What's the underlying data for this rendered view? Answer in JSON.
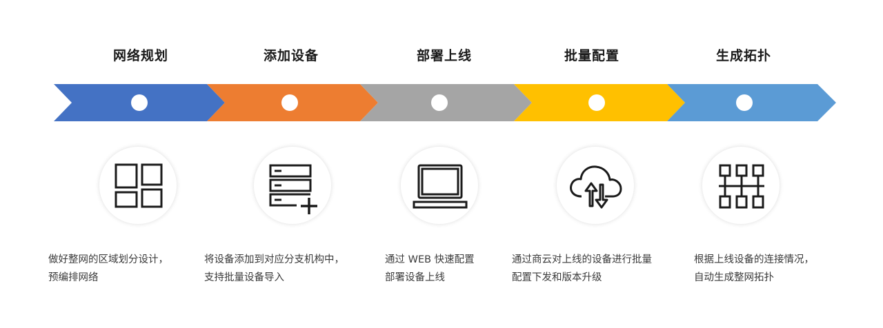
{
  "steps": [
    {
      "title": "网络规划",
      "color": "#4472c4",
      "icon": "grid-layout-icon",
      "desc_lines": [
        "做好整网的区域划分设计，",
        "预编排网络"
      ]
    },
    {
      "title": "添加设备",
      "color": "#ed7d31",
      "icon": "server-add-icon",
      "desc_lines": [
        "将设备添加到对应分支机构中，",
        "支持批量设备导入"
      ]
    },
    {
      "title": "部署上线",
      "color": "#a5a5a5",
      "icon": "laptop-icon",
      "desc_lines": [
        "通过 WEB 快速配置",
        "部署设备上线"
      ]
    },
    {
      "title": "批量配置",
      "color": "#ffc000",
      "icon": "cloud-sync-icon",
      "desc_lines": [
        "通过商云对上线的设备进行批量",
        "配置下发和版本升级"
      ]
    },
    {
      "title": "生成拓扑",
      "color": "#5b9bd5",
      "icon": "topology-icon",
      "desc_lines": [
        "根据上线设备的连接情况，",
        "自动生成整网拓扑"
      ]
    }
  ]
}
